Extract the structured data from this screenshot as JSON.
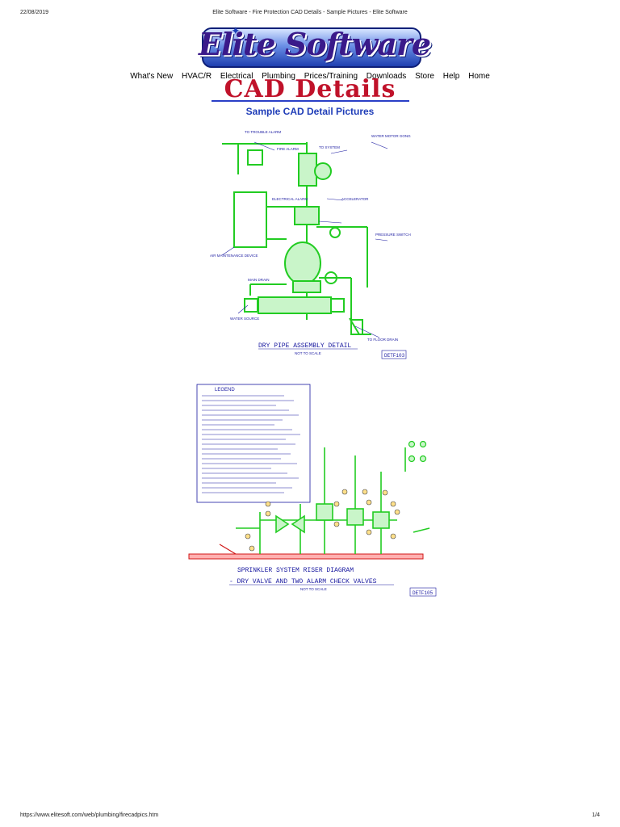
{
  "print_header": {
    "date": "22/08/2019",
    "title": "Elite Software - Fire Protection CAD Details - Sample Pictures - Elite Software"
  },
  "logo": {
    "text": "Elite Software"
  },
  "nav": {
    "items": [
      "What's New",
      "HVAC/R",
      "Electrical",
      "Plumbing",
      "Prices/Training",
      "Downloads",
      "Store",
      "Help",
      "Home"
    ]
  },
  "banner": {
    "title": "CAD Details"
  },
  "subtitle": "Sample CAD Detail Pictures",
  "figures": [
    {
      "title": "DRY PIPE ASSEMBLY DETAIL",
      "scale": "NOT TO SCALE",
      "code": "DETF103",
      "labels": [
        "TO TROUBLE ALARM",
        "FIRE ALARM",
        "TO SYSTEM",
        "WATER MOTOR GONG",
        "ELECTRICAL ALARM",
        "ACCELERATOR",
        "PRESSURE SWITCH",
        "AIR MAINTENANCE DEVICE",
        "MAIN DRAIN",
        "TO FLOOR DRAIN",
        "WATER SOURCE"
      ]
    },
    {
      "title": "SPRINKLER SYSTEM RISER DIAGRAM",
      "subtitle": "- DRY VALVE AND TWO ALARM CHECK VALVES",
      "scale": "NOT TO SCALE",
      "code": "DETF105",
      "legend_title": "LEGEND"
    }
  ],
  "print_footer": {
    "url": "https://www.elitesoft.com/web/plumbing/firecadpics.htm",
    "page": "1/4"
  }
}
